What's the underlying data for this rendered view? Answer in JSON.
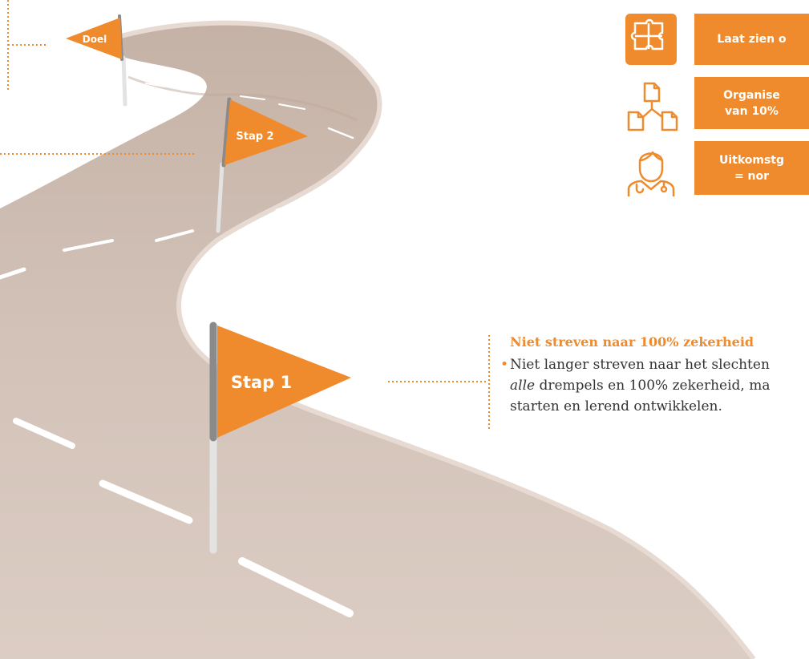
{
  "flags": {
    "doel": "Doel",
    "stap2": "Stap 2",
    "stap1": "Stap 1"
  },
  "badges": [
    {
      "icon": "puzzle-icon",
      "label": "Laat zien o"
    },
    {
      "icon": "document-network-icon",
      "label": "Organise\nvan 10%"
    },
    {
      "icon": "doctor-icon",
      "label": "Uitkomstg\n= nor"
    }
  ],
  "note": {
    "title": "Niet streven naar 100% zekerheid",
    "bullet": "•",
    "line1": "Niet langer streven naar het slechten",
    "line2_em": "alle",
    "line2_rest": " drempels en 100% zekerheid, ma",
    "line3": "starten en lerend ontwikkelen."
  },
  "colors": {
    "accent": "#ef8b2c",
    "road": "#d3c3b8",
    "road_edge": "#c7b4a8",
    "road_marking": "#ffffff",
    "connector": "#ef8b2c",
    "pole_top": "#8a8a8a",
    "pole_bottom": "#e8e8e8"
  }
}
